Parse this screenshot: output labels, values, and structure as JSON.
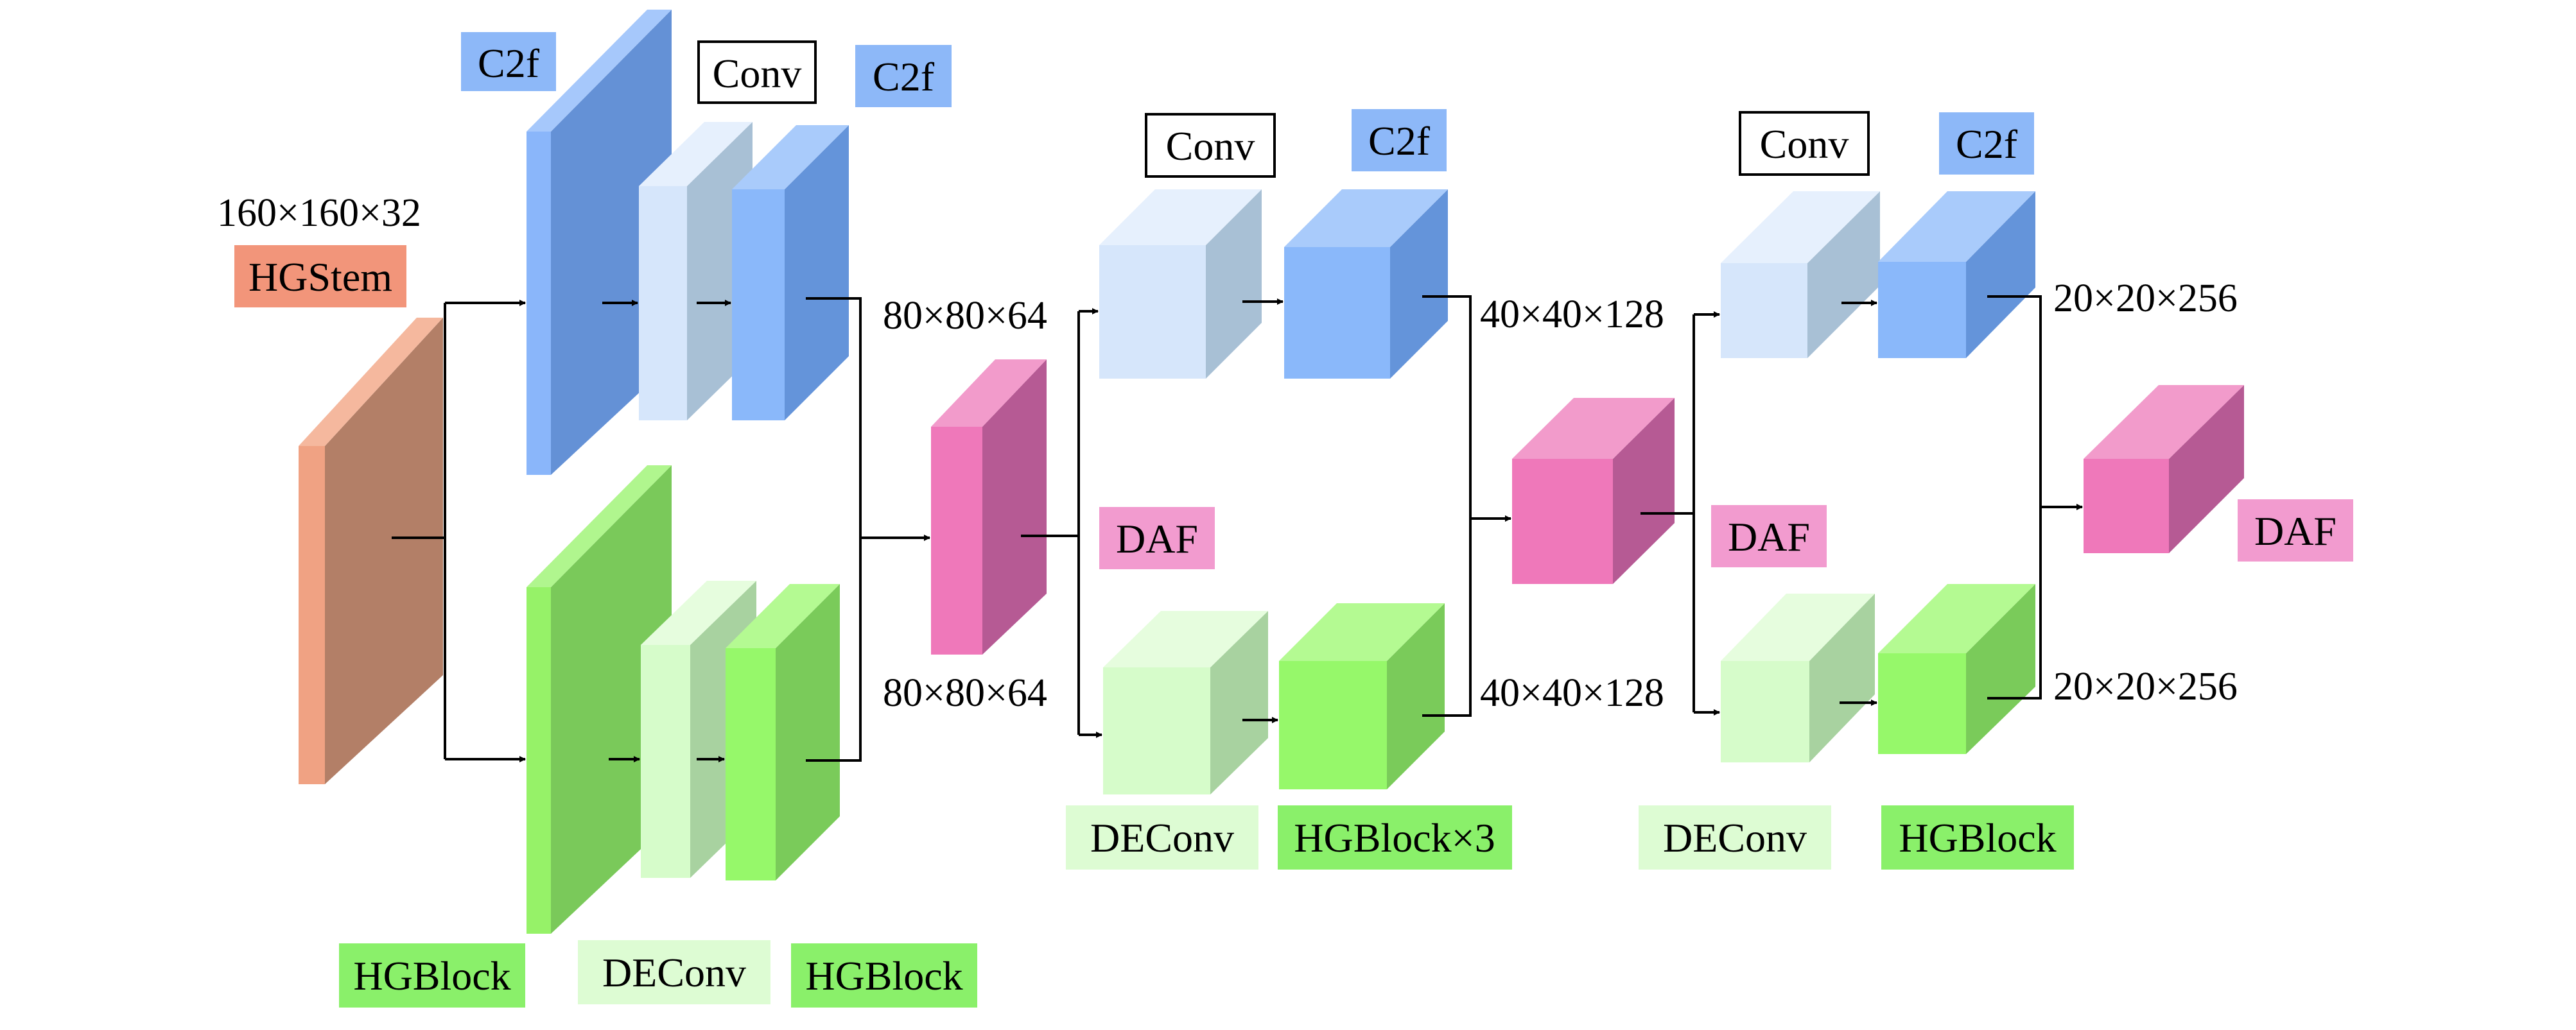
{
  "colors": {
    "hgstem": {
      "front": "#F0A283",
      "side": "#B37F67",
      "label": "#F2957A"
    },
    "c2f_large": {
      "front": "#8AB6FA",
      "side": "#6491D6",
      "top": "#A6C8FB"
    },
    "conv": {
      "front": "#D6E6FB",
      "side": "#A8C0D5",
      "top": "#E6F0FD"
    },
    "c2f": {
      "front": "#8AB8FA",
      "side": "#6494DA",
      "top": "#A9CBFB"
    },
    "hgblock_large": {
      "front": "#96F268",
      "side": "#7AC95A",
      "top": "#B0F68E"
    },
    "deconv": {
      "front": "#D6FCCA",
      "side": "#A8D2A0",
      "top": "#E6FDDE"
    },
    "hgblock": {
      "front": "#96F86A",
      "side": "#7ACB5A",
      "top": "#B4FA92"
    },
    "daf": {
      "front": "#EF78BA",
      "side": "#B65A94",
      "top": "#F29BCB"
    },
    "label_blue": "#8DB8F8",
    "label_green": "#8AF06A",
    "label_light_green": "#DDFCD3",
    "label_pink": "#F29BCF",
    "arrow": "#000000"
  },
  "labels": {
    "c2f": "C2f",
    "conv": "Conv",
    "hgstem": "HGStem",
    "hgblock": "HGBlock",
    "deconv": "DEConv",
    "hgblock_x3": "HGBlock×3",
    "daf": "DAF"
  },
  "dims": {
    "d160": "160×160×32",
    "d80": "80×80×64",
    "d40": "40×40×128",
    "d20": "20×20×256"
  }
}
